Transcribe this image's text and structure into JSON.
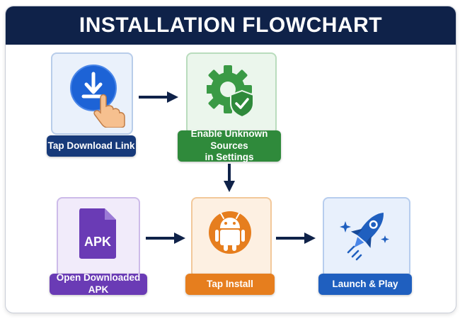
{
  "title": "INSTALLATION FLOWCHART",
  "steps": {
    "download": {
      "label": "Tap Download Link",
      "icon": "download-tap-icon",
      "color": "#173a7a"
    },
    "enable": {
      "label_line1": "Enable Unknown Sources",
      "label_line2": "in Settings",
      "icon": "gear-shield-icon",
      "color": "#2f8a3b"
    },
    "open_apk": {
      "label": "Open Downloaded APK",
      "icon_text": "APK",
      "icon": "apk-file-icon",
      "color": "#6a3bb5"
    },
    "install": {
      "label": "Tap Install",
      "icon": "android-icon",
      "color": "#e67e1e"
    },
    "launch": {
      "label": "Launch & Play",
      "icon": "rocket-icon",
      "color": "#1f5fbf"
    }
  },
  "colors": {
    "title_bg": "#0f2249",
    "arrow": "#0f2249"
  }
}
